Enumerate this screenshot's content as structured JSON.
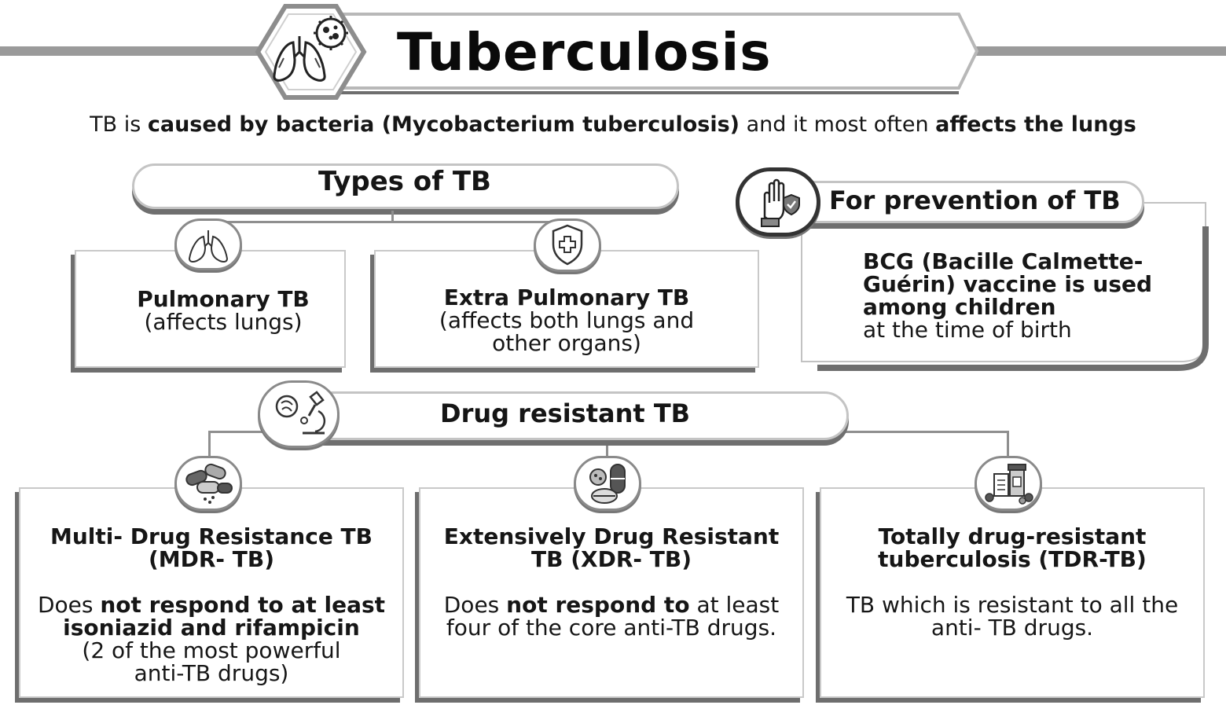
{
  "header": {
    "title": "Tuberculosis",
    "intro_pre": "TB is ",
    "intro_bold1": "caused by bacteria (Mycobacterium tuberculosis)",
    "intro_mid": " and it most often ",
    "intro_bold2": "affects the lungs"
  },
  "types": {
    "heading": "Types of TB",
    "pulmonary": {
      "name": "Pulmonary TB",
      "desc": "(affects lungs)"
    },
    "extra": {
      "name": "Extra Pulmonary TB",
      "desc1": "(affects both lungs and",
      "desc2": "other organs)"
    }
  },
  "prevention": {
    "heading": "For prevention of TB",
    "line1": "BCG (Bacille Calmette-",
    "line2": "Guérin) vaccine is used",
    "line3": "among children",
    "line4": "at the time of birth"
  },
  "drug_resistant": {
    "heading": "Drug resistant TB",
    "mdr": {
      "title1": "Multi- Drug Resistance TB",
      "title2": "(MDR- TB)",
      "pre": "Does ",
      "bold1": "not respond to at least",
      "bold2": "isoniazid and rifampicin",
      "note1": "(2 of the most powerful",
      "note2": "anti-TB drugs)"
    },
    "xdr": {
      "title1": "Extensively Drug Resistant",
      "title2": "TB (XDR- TB)",
      "pre": "Does ",
      "bold": "not respond to",
      "post": " at least",
      "line2": "four of the core anti-TB drugs."
    },
    "tdr": {
      "title1": "Totally drug-resistant",
      "title2": "tuberculosis (TDR-TB)",
      "line1": "TB which is resistant to all the",
      "line2": "anti- TB drugs."
    }
  },
  "icons": [
    "lungs-virus-icon",
    "lungs-icon",
    "shield-cross-icon",
    "hand-shield-icon",
    "bacteria-microscope-icon",
    "capsules-icon",
    "pills-icon",
    "medicine-bottles-icon"
  ],
  "colors": {
    "accent": "#8f8f8f",
    "shadow": "#6e6e6e",
    "text": "#111111"
  }
}
